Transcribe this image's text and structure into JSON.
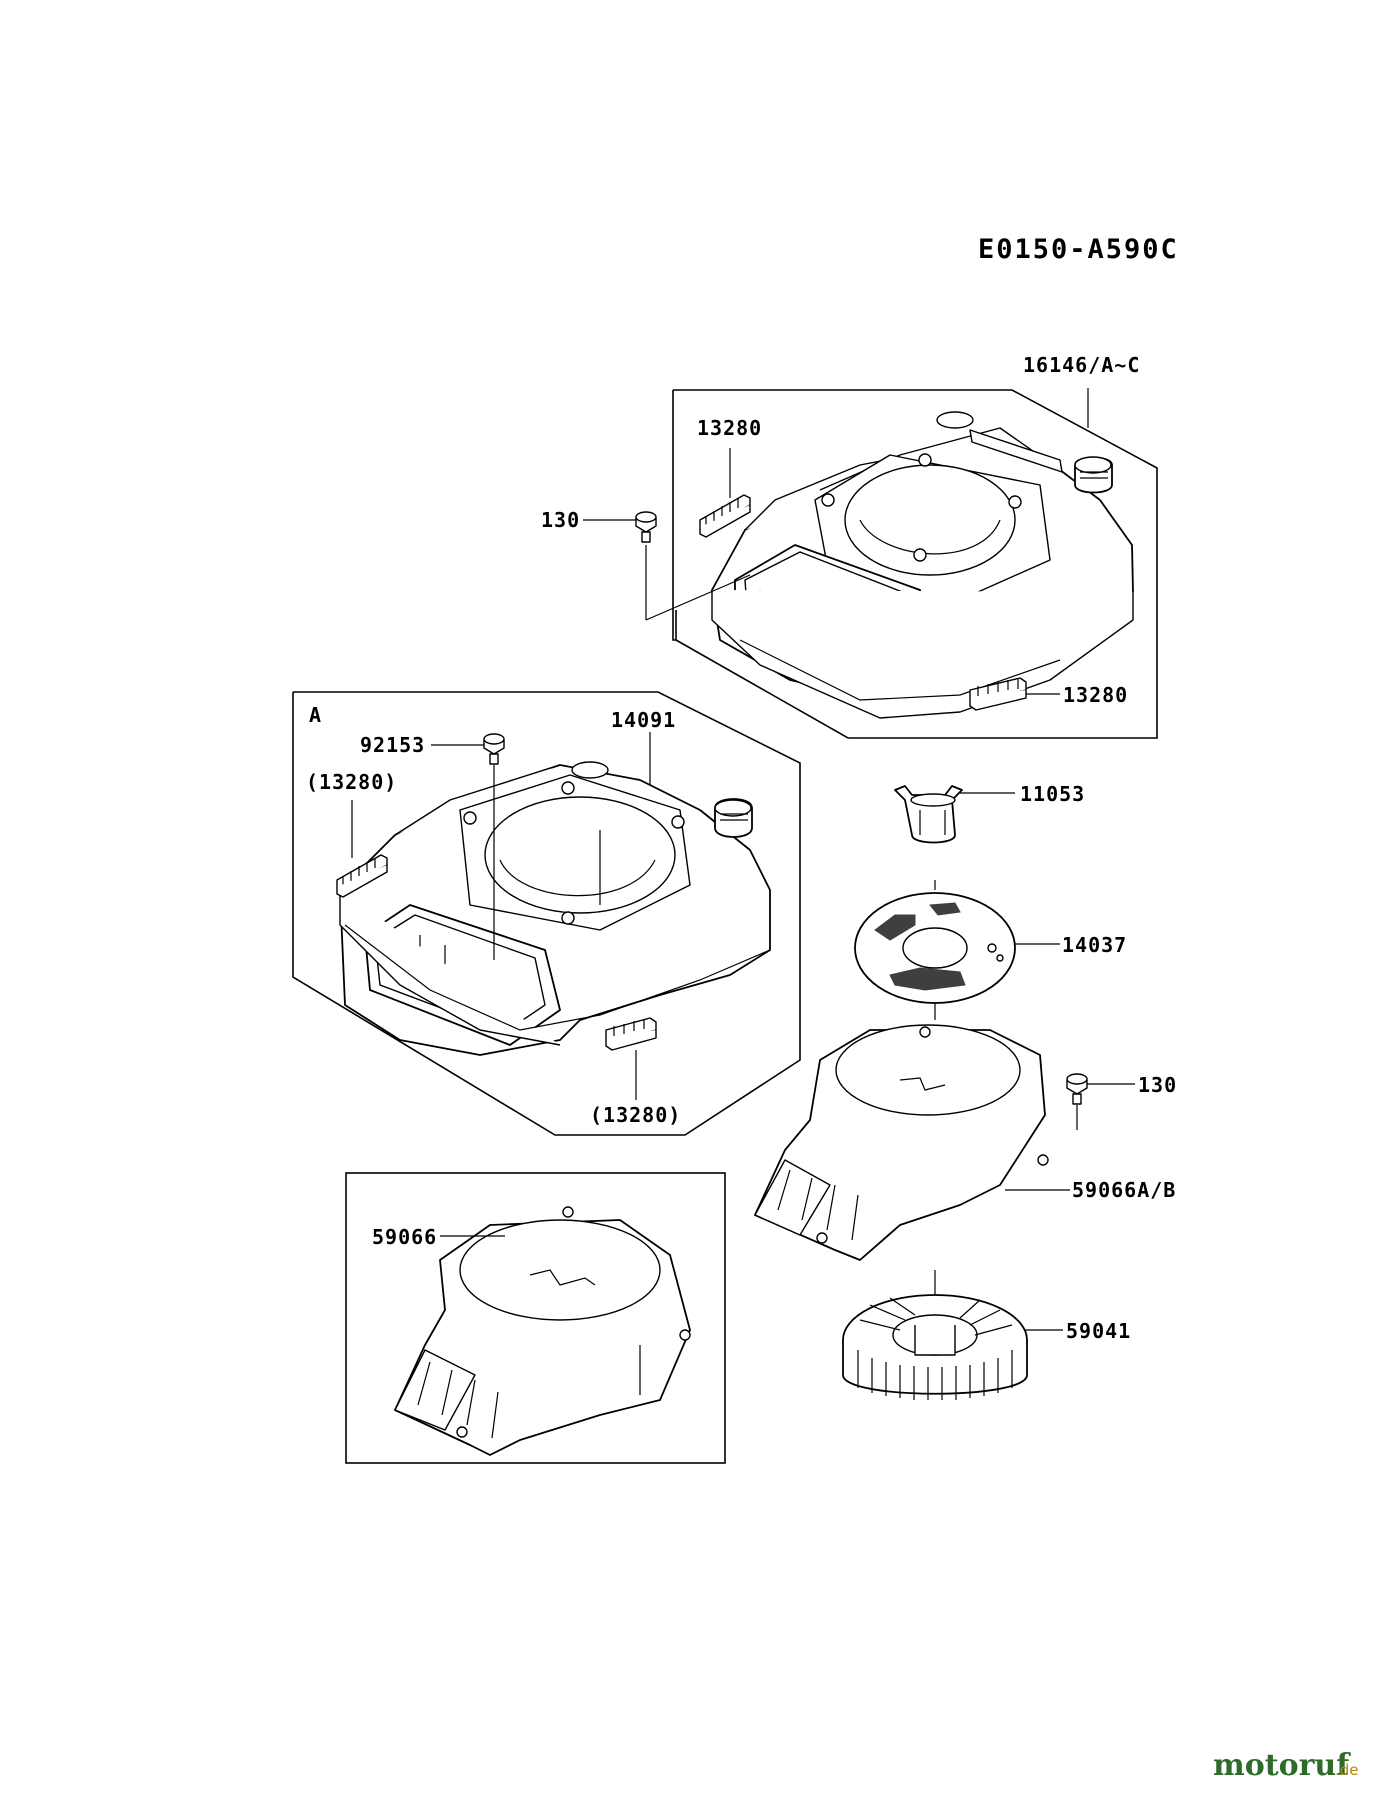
{
  "diagram_code": "E0150-A590C",
  "group_label": "A",
  "callouts": {
    "shroud_main": "16146/A~C",
    "pad_top": "13280",
    "bolt_top": "130",
    "pad_right": "13280",
    "housing_a": "14091",
    "bolt_a": "92153",
    "pad_a_left": "(13280)",
    "pad_a_bottom": "(13280)",
    "cup": "11053",
    "screen": "14037",
    "bolt_fan": "130",
    "fan_housing": "59066A/B",
    "fan_housing_alt": "59066",
    "fan": "59041"
  },
  "watermark": {
    "brand": "motoruf",
    "tld": ".de",
    "brand_color": "#2e6b2a",
    "tld_color": "#b8860b"
  },
  "icons": [
    "bolt-icon",
    "rubber-pad-icon",
    "shroud-icon",
    "fan-icon",
    "screen-icon",
    "cup-icon"
  ]
}
